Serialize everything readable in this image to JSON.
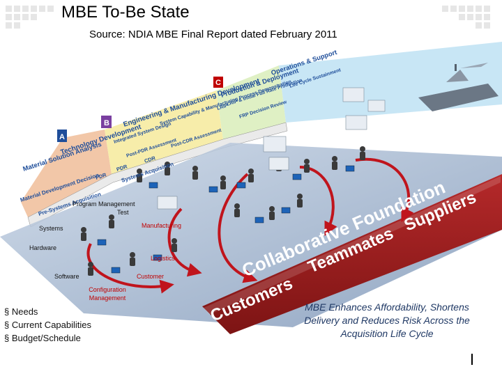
{
  "title": "MBE To-Be State",
  "source": "Source: NDIA MBE Final Report dated February 2011",
  "phases": [
    {
      "letter": "A",
      "heading": "Technology Development"
    },
    {
      "letter": "B",
      "heading": "Engineering & Manufacturing Development"
    },
    {
      "letter": "C",
      "heading": "Production & Deployment"
    },
    {
      "heading": "Operations & Support"
    }
  ],
  "milestones": {
    "left_stack": [
      "Material Solution Analysis",
      "Material Development Decision",
      "Pre-Systems Acquisition"
    ],
    "systems_acquisition": "Systems Acquisition",
    "reviews": [
      "PDR",
      "PDR",
      "CDR",
      "Post-PDR Assessment",
      "Post-CDR Assessment",
      "LRIP",
      "FRP Decision Review"
    ],
    "eng_subphases": [
      "Integrated System Design",
      "System Capability & Manufacturing Process Demonstration"
    ],
    "prod_subphases": [
      "LRIP & Initial Full Rate Production",
      "Life Cycle Sustainment"
    ]
  },
  "roles": {
    "program_management": "Program Management",
    "test": "Test",
    "systems": "Systems",
    "manufacturing": "Manufacturing",
    "hardware": "Hardware",
    "logistics": "Logistics",
    "software": "Software",
    "customer": "Customer",
    "configuration_management": "Configuration Management"
  },
  "bands": [
    "Collaborative Foundation",
    "Teammates",
    "Customers",
    "Suppliers"
  ],
  "bullets": [
    "Needs",
    "Current Capabilities",
    "Budget/Schedule"
  ],
  "tagline": "MBE Enhances Affordability, Shortens Delivery and Reduces Risk Across the Acquisition Life Cycle",
  "colors": {
    "stage_a": "#f2c7a8",
    "stage_b": "#f7edaa",
    "stage_c": "#dff0c4",
    "stage_d": "#c8e6f5",
    "marker_a": "#1f4e9a",
    "marker_b": "#7a3fa0",
    "marker_c": "#c00000",
    "band": "#a31f1f",
    "arrow": "#c0141c",
    "floor": "#9fb4cf",
    "tagline": "#1f3864"
  }
}
